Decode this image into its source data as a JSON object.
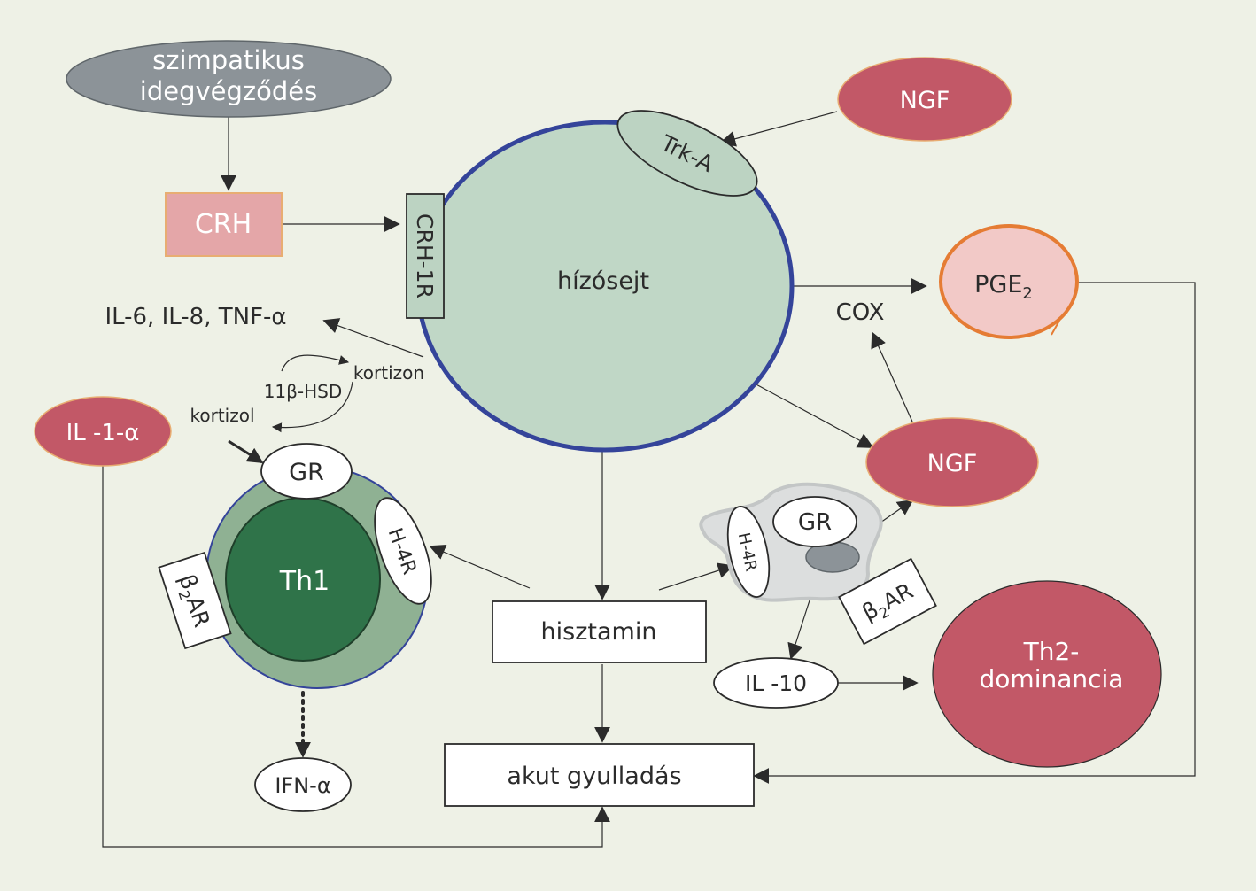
{
  "colors": {
    "background": "#eef1e6",
    "mast_cell_fill": "#c0d7c6",
    "mast_cell_border": "#34449a",
    "crimson": "#c25867",
    "crh_box": "#e4a6a8",
    "pge2_fill": "#f2c9c7",
    "pge2_border": "#e57c34",
    "nerve_grey": "#8c9398",
    "th1_outer": "#8fb193",
    "th1_inner": "#2f7349",
    "receptor_green": "#bcd3c2",
    "cell_grey": "#dcdede"
  },
  "nodes": {
    "sympathetic": {
      "line1": "szimpatikus",
      "line2": "idegvégződés"
    },
    "crh": "CRH",
    "crh_receptor": "CRH-1R",
    "mast_cell": "hízósejt",
    "trka": "Trk-A",
    "ngf_top": "NGF",
    "pge2": {
      "base": "PGE",
      "sub": "2"
    },
    "cox": "COX",
    "cytokines": "IL-6, IL-8, TNF-α",
    "cortisone": "kortizon",
    "hsd": "11β-HSD",
    "cortisol": "kortizol",
    "il1a": "IL -1-α",
    "gr_th1": "GR",
    "h4r_th1": "H-4R",
    "b2ar_th1": {
      "beta": "β",
      "sub": "2",
      "rest": "AR"
    },
    "th1": "Th1",
    "ifn": "IFN-α",
    "histamine": "hisztamin",
    "acute": "akut gyulladás",
    "ngf_mid": "NGF",
    "gr_cell": "GR",
    "h4r_cell": "H-4R",
    "b2ar_cell": {
      "beta": "β",
      "sub": "2",
      "rest": "AR"
    },
    "il10": "IL -10",
    "th2": {
      "line1": "Th2-",
      "line2": "dominancia"
    }
  }
}
